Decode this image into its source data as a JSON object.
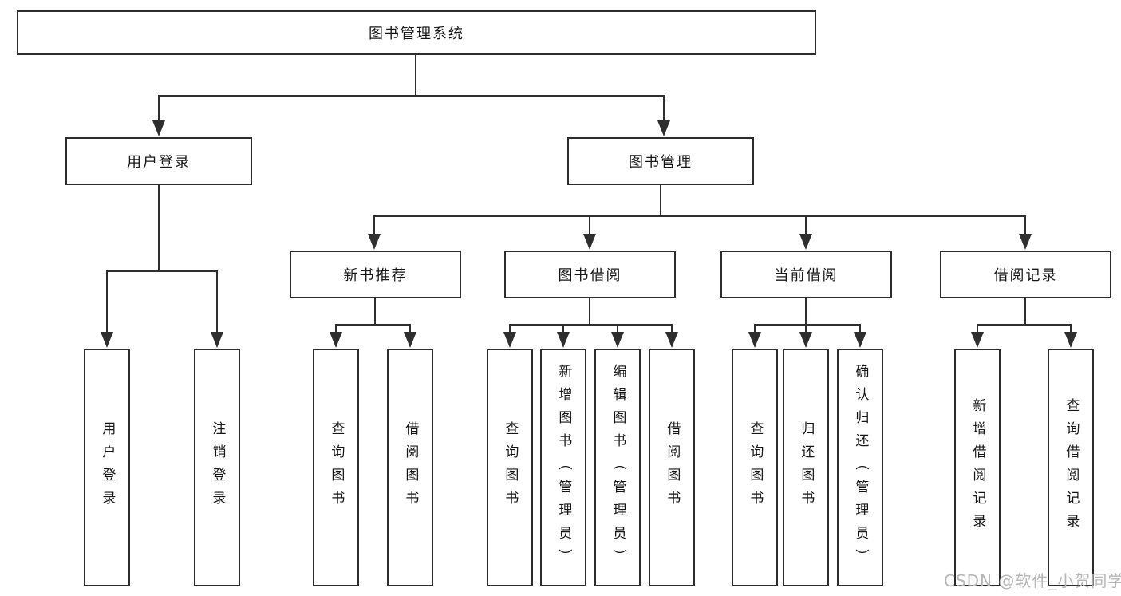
{
  "diagram": {
    "title": "图书管理系统",
    "root": {
      "label": "图书管理系统"
    },
    "level2": [
      {
        "label": "用户登录"
      },
      {
        "label": "图书管理"
      }
    ],
    "level3": [
      {
        "label": "新书推荐"
      },
      {
        "label": "图书借阅"
      },
      {
        "label": "当前借阅"
      },
      {
        "label": "借阅记录"
      }
    ],
    "leaves": [
      {
        "label": "用户登录",
        "parent": "用户登录"
      },
      {
        "label": "注销登录",
        "parent": "用户登录"
      },
      {
        "label": "查询图书",
        "parent": "新书推荐"
      },
      {
        "label": "借阅图书",
        "parent": "新书推荐"
      },
      {
        "label": "查询图书",
        "parent": "图书借阅"
      },
      {
        "label": "新增图书（管理员）",
        "parent": "图书借阅"
      },
      {
        "label": "编辑图书（管理员）",
        "parent": "图书借阅"
      },
      {
        "label": "借阅图书",
        "parent": "图书借阅"
      },
      {
        "label": "查询图书",
        "parent": "当前借阅"
      },
      {
        "label": "归还图书",
        "parent": "当前借阅"
      },
      {
        "label": "确认归还（管理员）",
        "parent": "当前借阅"
      },
      {
        "label": "新增借阅记录",
        "parent": "借阅记录"
      },
      {
        "label": "查询借阅记录",
        "parent": "借阅记录"
      }
    ],
    "watermark": "CSDN @软件_小贺同学",
    "colors": {
      "line": "#2e2e2e",
      "border": "#2c2c2c",
      "text": "#161616",
      "watermark": "#b7b7b7",
      "background": "#ffffff"
    }
  }
}
